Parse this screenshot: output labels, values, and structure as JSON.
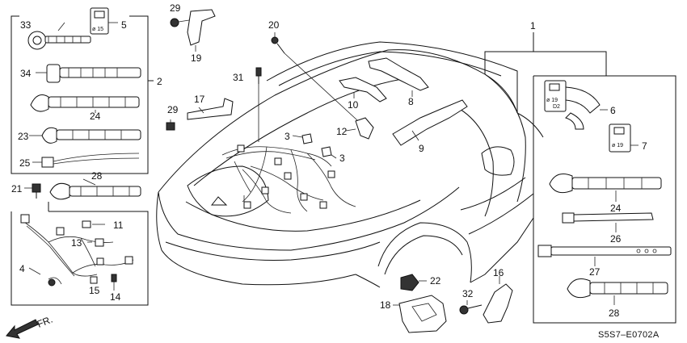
{
  "diagram_code": "S5S7–E0702A",
  "direction_label": "FR.",
  "callouts": {
    "c33": "33",
    "c5": "5",
    "c2": "2",
    "c34": "34",
    "c24a": "24",
    "c23": "23",
    "c25": "25",
    "c28a": "28",
    "c21": "21",
    "c11": "11",
    "c13": "13",
    "c4": "4",
    "c15": "15",
    "c14": "14",
    "c29a": "29",
    "c19": "19",
    "c20": "20",
    "c31": "31",
    "c17": "17",
    "c29b": "29",
    "c10": "10",
    "c8": "8",
    "c3a": "3",
    "c3b": "3",
    "c12": "12",
    "c9": "9",
    "c1": "1",
    "c6": "6",
    "c7": "7",
    "c24b": "24",
    "c26": "26",
    "c27": "27",
    "c28b": "28",
    "c22": "22",
    "c16": "16",
    "c32": "32",
    "c18": "18"
  },
  "part_marks": {
    "phi15": "ø 15",
    "phi19a": "ø 19",
    "d2": "D2",
    "phi19b": "ø 19"
  }
}
